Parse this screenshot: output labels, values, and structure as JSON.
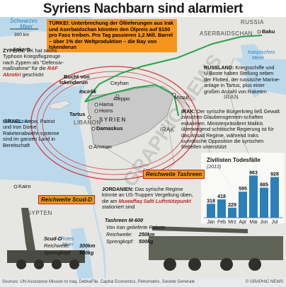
{
  "title": "Syriens Nachbarn sind alarmiert",
  "sea_labels": {
    "schwarzes_meer": "Schwarzes\nMeer",
    "kaspisches_meer": "Kaspisches\nMeer",
    "mittelmeer": "Mittelmeer",
    "rotes_meer": "Rotes\nMeer"
  },
  "scale": "300 km",
  "countries": {
    "russia": "RUSSIA",
    "aserbaidschan": "ASERBAIDSCHAN",
    "syrien": "SYRIEN",
    "irak": "IRAK",
    "iran": "IRAN",
    "libanon": "LIBANON",
    "ägypten": "ÄGYPTEN"
  },
  "cities": {
    "ankara": "Ankara",
    "baku": "Baku",
    "ceyhan": "Ceyhan",
    "incirlik": "Incirlik",
    "hama": "Hama",
    "homs": "Homs",
    "tartus": "Tartus",
    "aleppo": "Aleppo",
    "mosul": "Mosul",
    "damaskus": "Damaskus",
    "amman": "Amman",
    "kairo": "Kairo",
    "bucht_line1": "Bucht von",
    "bucht_line2": "Iskenderun"
  },
  "turkei_box": "TÜRKEI: Unterbrechung der Öllieferungen aus Irak und Aserbaidschan könnten den Ölpreis auf $150 pro Fass treiben. Pro Tag passieren 1,2 Mill. Barrel – über 1% der Weltproduktion – die Bay von Iskenderun",
  "zypern": {
    "heading": "ZYPERN:",
    "text": " UK hat sechs Typhoon Kriegsflugzeuge nach Zypern als \"Defensiv-maßnahme\" für die ",
    "highlight": "RAF Akrotiri",
    "end": " geschickt"
  },
  "israel": {
    "heading": "ISRAEL:",
    "text": " Arrow, Patriot und Iron Dome Raketenabwehr-systeme sind im ganzen Land in Bereitschaft"
  },
  "russland": {
    "heading": "RUSSLAND:",
    "text": " Kriegsschiffe und U-Boote haben Stellung neben der Flotten, der russische Marine-anlage in Tartus, plus einer großen Anzahl von Raketen"
  },
  "irak_box": {
    "heading": "IRAK:",
    "text": " Der syrische Bürgerkrieg ließ Gewalt zwischen Glaubensgemein-schaften eskalieren. Ministerpräsident Malikis überwiegend schiitische Regierung ist für das Assad Regime, während Iraks sunnitische Opposition die syrischen Rebellen unterstützt"
  },
  "jordanien": {
    "heading": "JORDANIEN:",
    "text": " Das syrische Regime könnte an US-Truppen Vergeltung üben, die am ",
    "highlight": "Muwaffaq Salti Luftstützpunkt",
    "end": " stationiert sind"
  },
  "reichweite_tashreen": "Reichweite Tashreen",
  "reichweite_scud": "Reichweite Scud-D",
  "missile_scud": {
    "name": "Scud-D",
    "range_label": "Reichweite:",
    "range": "300km",
    "payload_label": "Sprengkopf:",
    "payload": "500kg"
  },
  "missile_tashreen": {
    "name": "Tashreen M-600",
    "desc": "Von Iran gelieferte Rakete",
    "range_label": "Reichweite:",
    "range": "250km",
    "payload_label": "Sprengkopf:",
    "payload": "500kg"
  },
  "chart_data": {
    "type": "bar",
    "title": "Zivilisten Todesfälle",
    "subtitle": "(2013)",
    "categories": [
      "Jan",
      "Feb",
      "Mrz",
      "Apr",
      "Mai",
      "Jun",
      "Jul"
    ],
    "values": [
      318,
      418,
      229,
      595,
      963,
      685,
      928
    ],
    "ylim": [
      0,
      1000
    ],
    "bar_color": "#2d7fb8"
  },
  "colors": {
    "sea": "#bcd9ec",
    "land": "#e6e6e3",
    "syria": "#c9c9c9",
    "pipeline": "#27a34a",
    "range": "#d63a3a",
    "orange": "#f7941d"
  },
  "watermark": "GRAPHIC NEWS",
  "footer": {
    "sources": "Sources: UN Assistance Mission to Iraq, DebkaFile, Capital Economics, Petromatrix, Societe Generale",
    "copyright": "© GRAPHIC NEWS"
  }
}
